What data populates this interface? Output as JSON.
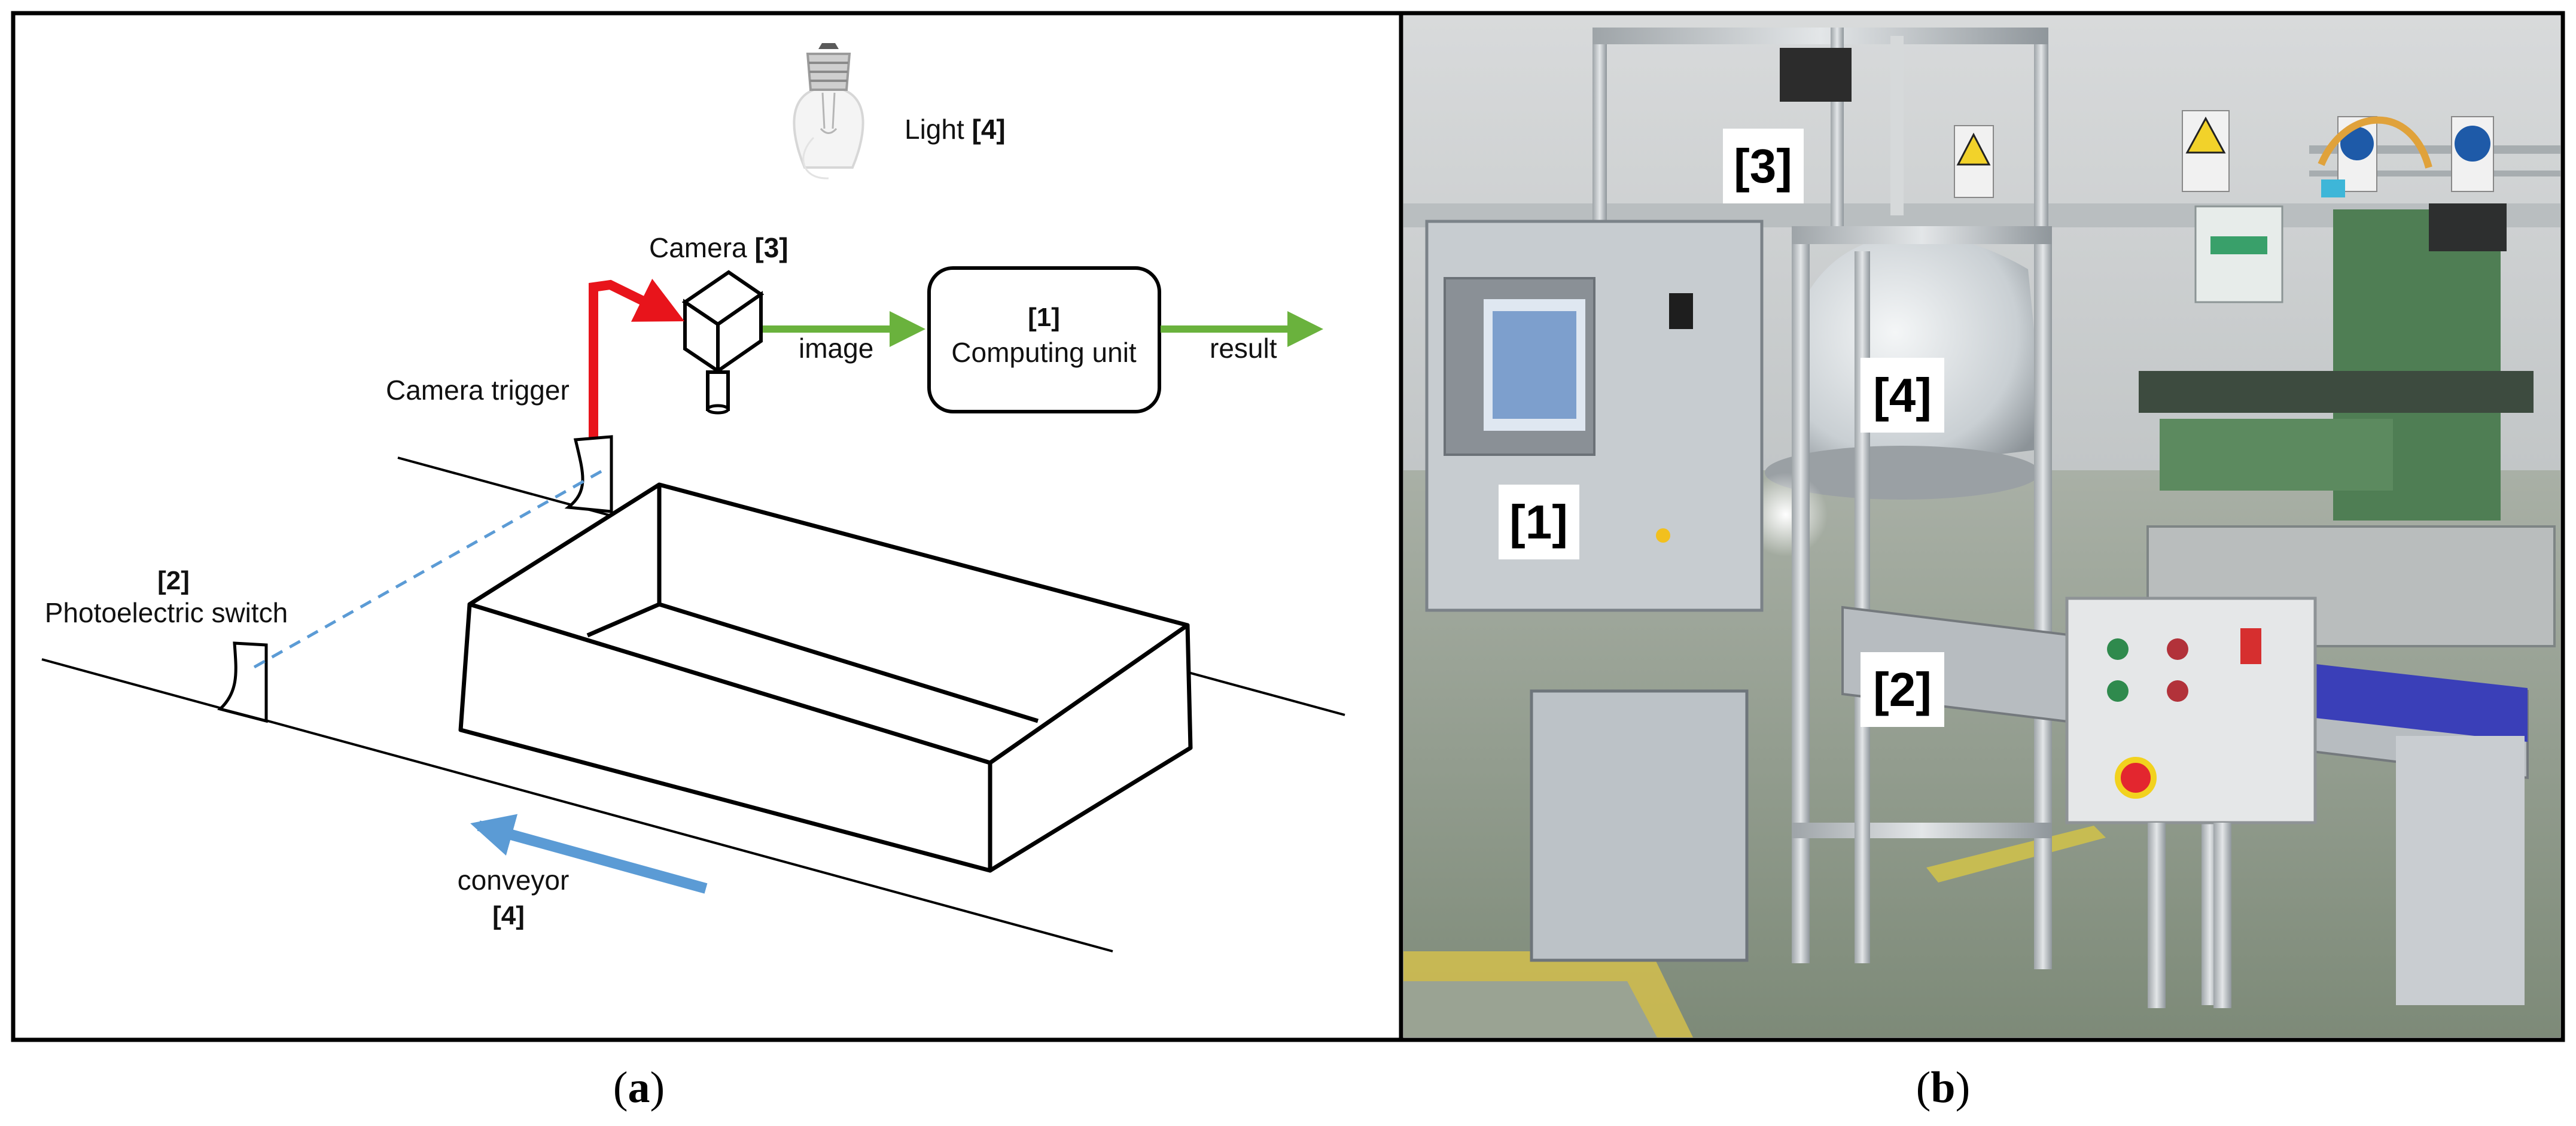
{
  "panel_a": {
    "light_label": "Light",
    "light_num": "[4]",
    "camera_label": "Camera",
    "camera_num": "[3]",
    "image_label": "image",
    "computing_num": "[1]",
    "computing_label": "Computing unit",
    "result_label": "result",
    "trigger_label": "Camera trigger",
    "switch_num": "[2]",
    "switch_label": "Photoelectric switch",
    "conveyor_label": "conveyor",
    "conveyor_num": "[4]"
  },
  "panel_b": {
    "label_1": "[1]",
    "label_2": "[2]",
    "label_3": "[3]",
    "label_4": "[4]"
  },
  "captions": {
    "a_open": "(",
    "a_letter": "a",
    "a_close": ")",
    "b_open": "(",
    "b_letter": "b",
    "b_close": ")"
  },
  "colors": {
    "trigger_red": "#e8141b",
    "signal_green": "#6ab23d",
    "beam_blue": "#5b9bd5",
    "conveyor_arrow_blue": "#5b9bd5"
  }
}
